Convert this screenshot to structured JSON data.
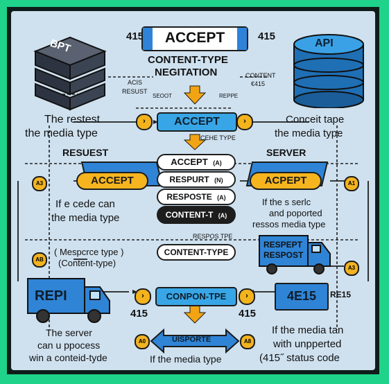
{
  "header": {
    "accept_title": "ACCEPT",
    "code_left": "415",
    "code_right": "415",
    "subtitle_line1": "CONTENT-TYPE",
    "subtitle_line2": "NEGITATION"
  },
  "left_server": {
    "label": "BPT",
    "note_line1": "ACIS",
    "note_line2": "RESUST"
  },
  "right_server": {
    "label": "API",
    "note_line1": "CONTENT",
    "note_line2": "€415"
  },
  "row1": {
    "left_text_line1": "The  restest",
    "left_text_line2": "the media type",
    "accept_label": "ACCEPT",
    "small_left": "SEOOT",
    "small_right": "REPPE",
    "right_text_line1": "Conceit tape",
    "right_text_line2": "the media type",
    "cheme_type": "CEHE TYPE"
  },
  "left_panel": {
    "heading": "RESUEST",
    "accept": "ACCEPT",
    "tag": "A3",
    "text_line1": "If e cede can",
    "text_line2": "the media type",
    "tag2": "AB",
    "paren_line1": "( Mespcrce type )",
    "paren_line2": "(Content-type)"
  },
  "right_panel": {
    "heading": "SERVER",
    "accept": "ACPEPT",
    "tag": "A1",
    "text_line1": "If the s serlc",
    "text_line2": "and poported",
    "text_line3": "ressos media type",
    "tag2": "A3"
  },
  "stack": [
    {
      "label": "ACCEPT",
      "tag": "(A)"
    },
    {
      "label": "RESPURT",
      "tag": "(N)"
    },
    {
      "label": "RESPOSTE",
      "tag": "(A)"
    },
    {
      "label": "CONTENT-T",
      "tag": "(A)"
    }
  ],
  "mid": {
    "small": "RESPOS TPE",
    "content_type": "CONTENT-TYPE",
    "component": "CONPON-TPE"
  },
  "left_truck": {
    "label": "REPI"
  },
  "right_truck": {
    "label_line1": "RESPEPT",
    "label_line2": "RESPOST"
  },
  "right_box": {
    "code": "4E15",
    "side": "RE15"
  },
  "bottom": {
    "code_left": "415",
    "code_right": "415",
    "tag_left": "A0",
    "tag_right": "A8",
    "uisporte": "UISPORTE",
    "left_line1": "The server",
    "left_line2": "can u ppocess",
    "left_line3": "win a conteid-tyde",
    "center_caption": "If the media type",
    "right_line1": "If the media tan",
    "right_line2": "with unpperted",
    "right_line3": "(415˝ status code"
  },
  "colors": {
    "border": "#1fd38a",
    "background": "#cfe1ef",
    "blue": "#38a6e6",
    "yellow": "#f6b51f",
    "dark": "#1d1d1d"
  }
}
